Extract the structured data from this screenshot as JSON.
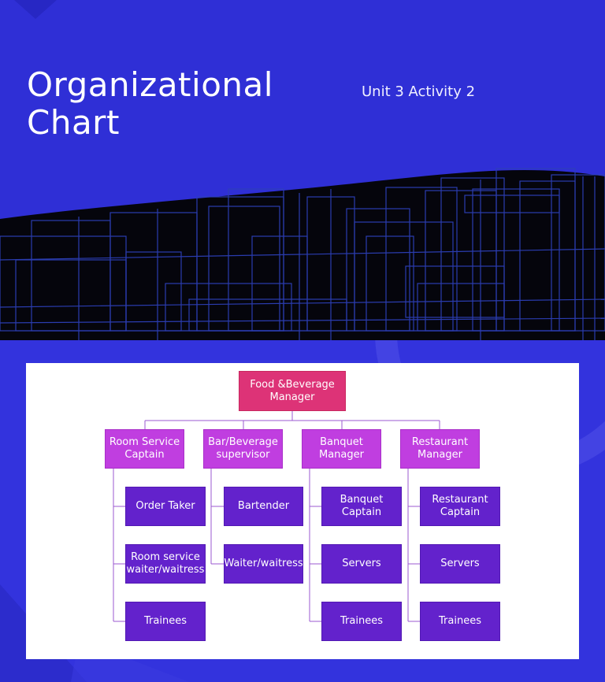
{
  "header": {
    "title": "Organizational\nChart",
    "subtitle": "Unit 3 Activity 2"
  },
  "colors": {
    "background": "#3333dd",
    "root_box": "#dd3377",
    "branch_box": "#c03ee0",
    "leaf_box": "#6322cc",
    "connector": "#9b59d0"
  },
  "org_chart": {
    "root": "Food &Beverage\nManager",
    "branches": [
      {
        "label": "Room Service\nCaptain",
        "children": [
          "Order Taker",
          "Room service\nwaiter/waitress",
          "Trainees"
        ]
      },
      {
        "label": "Bar/Beverage\nsupervisor",
        "children": [
          "Bartender",
          "Waiter/waitress"
        ]
      },
      {
        "label": "Banquet\nManager",
        "children": [
          "Banquet\nCaptain",
          "Servers",
          "Trainees"
        ]
      },
      {
        "label": "Restaurant\nManager",
        "children": [
          "Restaurant\nCaptain",
          "Servers",
          "Trainees"
        ]
      }
    ]
  }
}
